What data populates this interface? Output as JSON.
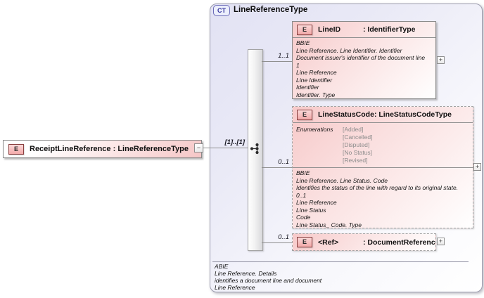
{
  "diagram": {
    "root_element": {
      "kind_badge": "E",
      "label": "ReceiptLineReference : LineReferenceType",
      "collapse_glyph": "−"
    },
    "compositor": {
      "cardinality_label": "[1]..[1]",
      "icon": "sequence-compositor"
    },
    "complex_type": {
      "kind_badge": "CT",
      "title": "LineReferenceType",
      "footer_lines": [
        "ABIE",
        "Line Reference. Details",
        "identifies a document line and document",
        "Line Reference"
      ]
    },
    "children": [
      {
        "kind_badge": "E",
        "name": "LineID",
        "type": ": IdentifierType",
        "cardinality": "1..1",
        "expand_glyph": "+",
        "doc_lines": [
          "BBIE",
          "Line Reference. Line Identifier. Identifier",
          "Document issuer's identifier of the document line",
          "1",
          "Line Reference",
          "Line Identifier",
          "Identifier",
          "Identifier. Type"
        ]
      },
      {
        "kind_badge": "E",
        "name": "LineStatusCode",
        "type": ": LineStatusCodeType",
        "cardinality": "0..1",
        "expand_glyph": "+",
        "enumerations_label": "Enumerations",
        "enumerations": [
          "[Added]",
          "[Cancelled]",
          "[Disputed]",
          "[No Status]",
          "[Revised]"
        ],
        "doc_lines": [
          "BBIE",
          "Line Reference. Line Status. Code",
          "Identifies the status of the line with regard to its original state.",
          "0..1",
          "Line Reference",
          "Line Status",
          "Code",
          "Line Status_ Code. Type"
        ]
      },
      {
        "kind_badge": "E",
        "name": "<Ref>",
        "type": ": DocumentReference",
        "cardinality": "0..1",
        "expand_glyph": "+"
      }
    ],
    "colors": {
      "element_fill": "#f7c9c9",
      "element_border": "#8a8a8a",
      "ct_fill": "#e2e2f4",
      "ct_border": "#9c9cae",
      "badge_border": "#8a4040",
      "ct_badge_text": "#3a3aa0",
      "enum_value_text": "#8c8c8c",
      "connector": "#8f8f8f"
    }
  }
}
